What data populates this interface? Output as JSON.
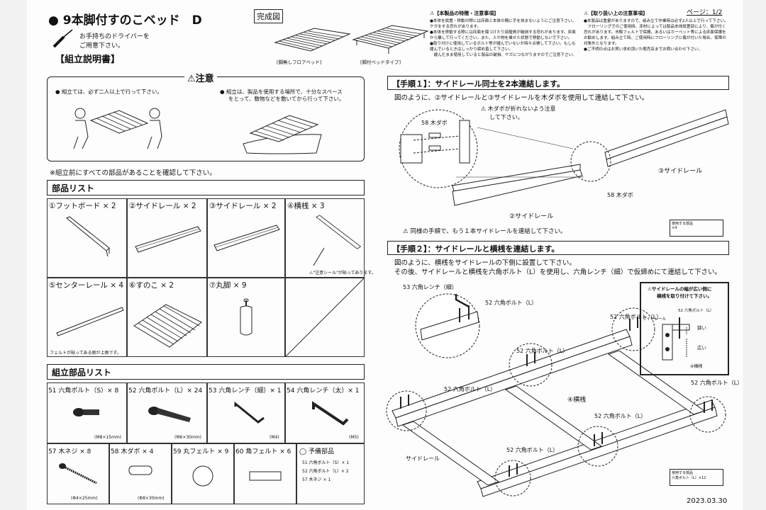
{
  "header": {
    "title": "● 9本脚付すのこベッド　D",
    "badge": "完成図",
    "driver_note_1": "お手持ちのドライバーを",
    "driver_note_2": "ご用意下さい。",
    "manual_label": "【組立説明書】",
    "page": "ページ：1/2",
    "date": "2023.03.30",
    "image_caption_1": "[脚無しフロアベッド]",
    "image_caption_2": "[脚付ベッドタイプ]"
  },
  "notes_features": {
    "title": "【本製品の特徴・注意事項】",
    "lines": [
      "●本体を設置・移動の際には床面と本体の間に手を挟まないようにご注意下さい。ケガをする恐れがあります。",
      "●本体を移動する際には床面を傷つけたり部屋側が破損する恐れがあります。床面から離して行ってください。また、人や物を乗せた状態で移動しないで下さい。",
      "●取り付けに使用しているボルト等が緩んでいないか時々点検して下さい。もしも緩んでいるときはしっかり締め直して下さい。",
      "　緩んだまま使用していると製品の破損、ケガにつながりますのでご注意下さい。"
    ]
  },
  "notes_handling": {
    "title": "【取り扱い上の注意事項】",
    "lines": [
      "●本製品は重量がありますので、組み立て作業時は必ず2人以上で行って下さい。",
      "　フローリングでのご使用時、床材によっては製品本体設置部により、傷が付く恐れがあります。市販フェルトで保護、あるいはカーペット等による床面保護をお勧めします。組み立て時、ご使用時にフローリングに傷が付いた場合、保障の対象外となります。",
      "●ご不明の点はお買い求め頂いた販売店までお問い合わせ下さい。"
    ]
  },
  "caution": {
    "title": "注意",
    "item1": "組立ては、必ず二人以上で行って下さい。",
    "item2a": "組立は、製品を使用する場所で、十分なスペース",
    "item2b": "をとって、敷物などを敷いてから行って下さい。"
  },
  "check_note": "※組立前にすべての部品があることを確認して下さい。",
  "parts": {
    "title": "部品リスト",
    "items": [
      {
        "n": "①",
        "label": "フットボード × 2"
      },
      {
        "n": "②",
        "label": "サイドレール × 2"
      },
      {
        "n": "③",
        "label": "サイドレール × 2"
      },
      {
        "n": "④",
        "label": "横桟 × 3"
      },
      {
        "n": "⑤",
        "label": "センターレール × 4"
      },
      {
        "n": "⑥",
        "label": "すのこ × 2"
      },
      {
        "n": "⑦",
        "label": "丸脚 × 9"
      }
    ],
    "note_sticker": "\"注意シール\"が貼ってあります。",
    "note_felt": "フェルトが貼ってある側が上側です。"
  },
  "hardware": {
    "title": "組立部品リスト",
    "row1": [
      {
        "n": "51",
        "label": "六角ボルト（S）× 8",
        "size": "(M8×15mm)"
      },
      {
        "n": "52",
        "label": "六角ボルト（L）× 24",
        "size": "(M6×30mm)"
      },
      {
        "n": "53",
        "label": "六角レンチ（細）× 1",
        "size": "(M4)"
      },
      {
        "n": "54",
        "label": "六角レンチ（太）× 1",
        "size": "(M5)"
      }
    ],
    "row2": [
      {
        "n": "57",
        "label": "木ネジ × 8",
        "size": "(Φ4×25mm)"
      },
      {
        "n": "58",
        "label": "木ダボ × 4",
        "size": "(Φ8×30mm)"
      },
      {
        "n": "59",
        "label": "丸フェルト × 9",
        "size": ""
      },
      {
        "n": "60",
        "label": "角フェルト × 6",
        "size": ""
      }
    ],
    "spare_title": "予備部品",
    "spare": [
      "51 六角ボルト（S）× 1",
      "52 六角ボルト（L）× 2",
      "57 木ネジ × 1"
    ]
  },
  "step1": {
    "title": "【手順１】：サイドレール同士を2本連結します。",
    "desc": "図のように、②サイドレールと③サイドレールを木ダボを使用して連結して下さい。",
    "dowel_label": "58 木ダボ",
    "dowel_warn_1": "木ダボが折れないよう注意",
    "dowel_warn_2": "して下さい。",
    "rail3": "③サイドレール",
    "rail2": "②サイドレール",
    "dowel2": "58 木ダボ",
    "repeat": "同様の手順で、もう１本サイドレールを連結して下さい。",
    "mini": "使用する部品",
    "mini_count": "×4"
  },
  "step2": {
    "title": "【手順２】：サイドレールと横桟を連結します。",
    "desc1": "図のように、横桟をサイドレールの下側に設置して下さい。",
    "desc2": "その後、サイドレールと横桟を六角ボルト（L）を使用し、六角レンチ（細）で仮締めにて連結して下さい。",
    "wrench": "53 六角レンチ（細）",
    "bolt": "52 六角ボルト（L）",
    "crossbar": "④横桟",
    "siderail": "サイドレール",
    "inset_title_1": "サイドレールの幅が広い側に",
    "inset_title_2": "横桟を取り付けて下さい。",
    "inset_bolt": "52 六角ボルト（L）",
    "inset_rail": "サイドレール",
    "inset_narrow": "狭い",
    "inset_wide": "広い",
    "inset_bar": "④横桟",
    "mini": "使用する部品",
    "mini_item": "六角ボルト（L）×12"
  }
}
